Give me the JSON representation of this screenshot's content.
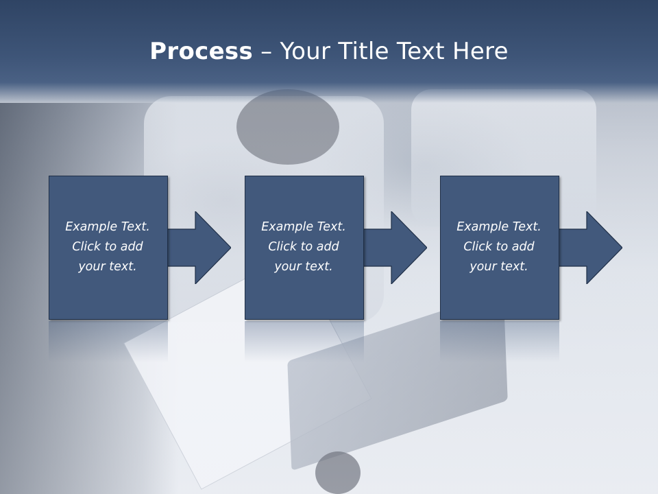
{
  "slide": {
    "title_bold": "Process",
    "title_rest": " – Your Title Text Here"
  },
  "steps": [
    {
      "line1": "Example Text.",
      "line2": "Click  to add",
      "line3": "your text."
    },
    {
      "line1": "Example Text.",
      "line2": "Click  to add",
      "line3": "your text."
    },
    {
      "line1": "Example Text.",
      "line2": "Click  to add",
      "line3": "your text."
    }
  ],
  "colors": {
    "box_fill": "#42597c",
    "title_band": "#3e5578",
    "text": "#ffffff"
  }
}
